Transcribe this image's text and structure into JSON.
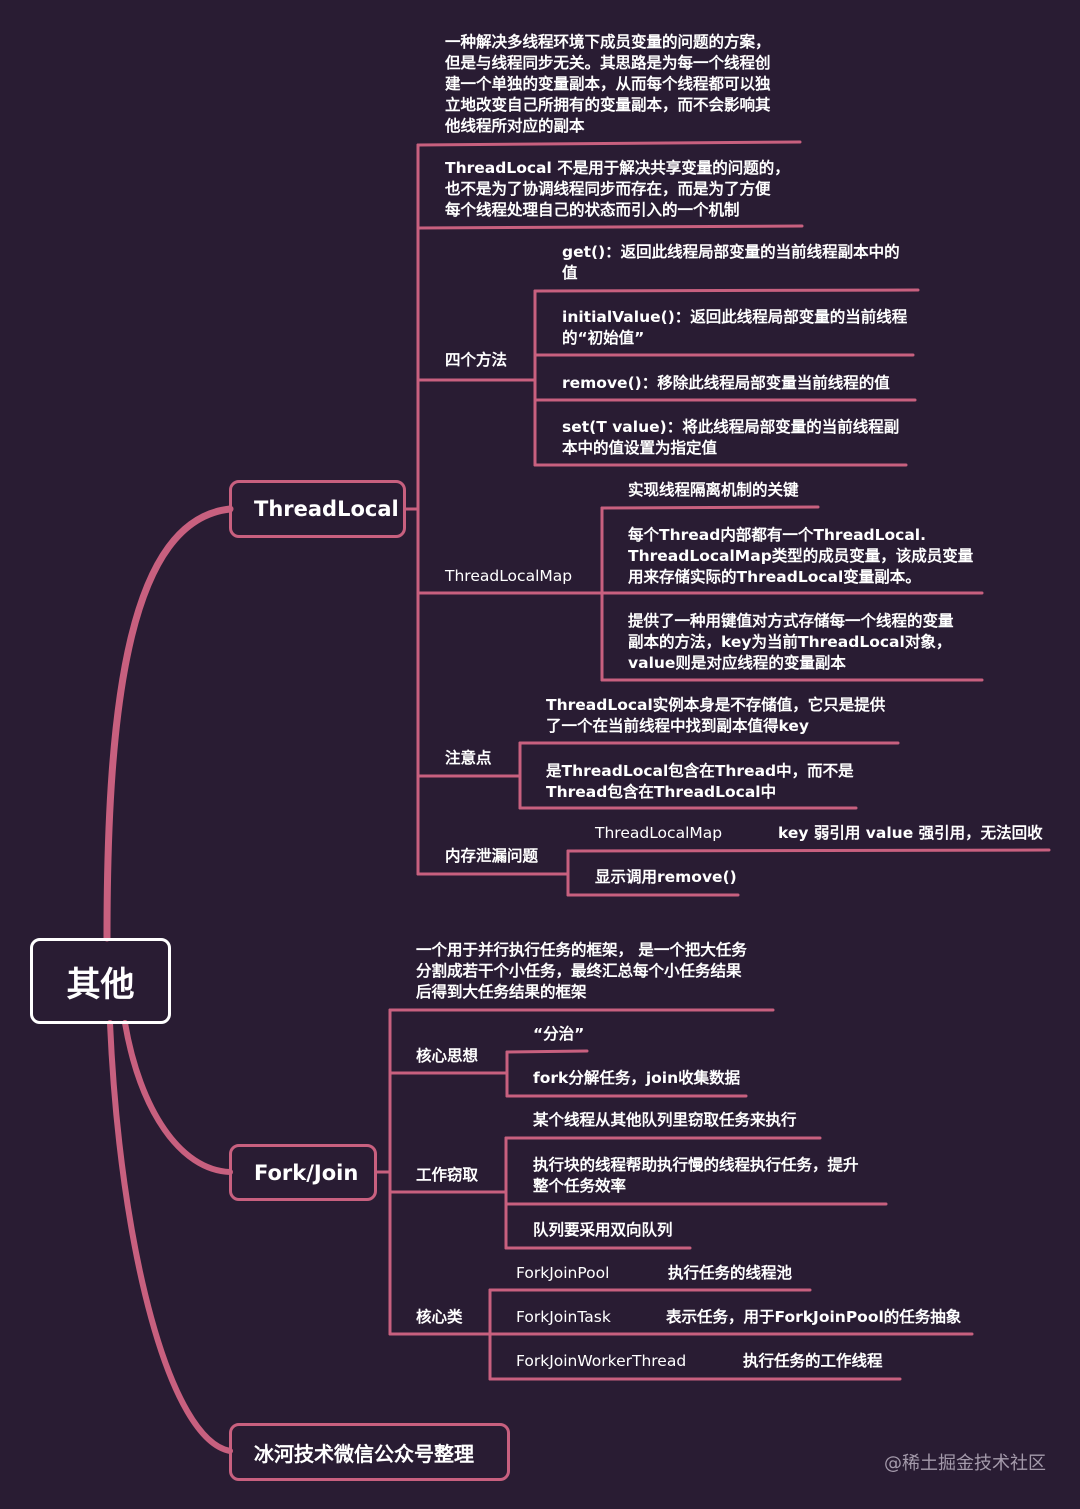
{
  "root": "其他",
  "colors": {
    "background": "#291c33",
    "branch": "#c8607f",
    "text": "#ffffff"
  },
  "threadlocal": {
    "title": "ThreadLocal",
    "intro": "一种解决多线程环境下成员变量的问题的方案，\n但是与线程同步无关。其思路是为每一个线程创\n建一个单独的变量副本，从而每个线程都可以独\n立地改变自己所拥有的变量副本，而不会影响其\n他线程所对应的副本",
    "purpose": "ThreadLocal 不是用于解决共享变量的问题的，\n也不是为了协调线程同步而存在，而是为了方便\n每个线程处理自己的状态而引入的一个机制",
    "methods": {
      "label": "四个方法",
      "get": "get()：返回此线程局部变量的当前线程副本中的\n值",
      "initial": "initialValue()：返回此线程局部变量的当前线程\n的“初始值”",
      "remove": "remove()：移除此线程局部变量当前线程的值",
      "set": "set(T value)：将此线程局部变量的当前线程副\n本中的值设置为指定值"
    },
    "map": {
      "label": "ThreadLocalMap",
      "key": "实现线程隔离机制的关键",
      "member": "每个Thread内部都有一个ThreadLocal.\nThreadLocalMap类型的成员变量，该成员变量\n用来存储实际的ThreadLocal变量副本。",
      "storage": "提供了一种用键值对方式存储每一个线程的变量\n副本的方法，key为当前ThreadLocal对象，\nvalue则是对应线程的变量副本"
    },
    "notes": {
      "label": "注意点",
      "n1": "ThreadLocal实例本身是不存储值，它只是提供\n了一个在当前线程中找到副本值得key",
      "n2": "是ThreadLocal包含在Thread中，而不是\nThread包含在ThreadLocal中"
    },
    "leak": {
      "label": "内存泄漏问题",
      "map": "ThreadLocalMap",
      "ref": "key 弱引用 value 强引用，无法回收",
      "fix": "显示调用remove()"
    }
  },
  "forkjoin": {
    "title": "Fork/Join",
    "intro": "一个用于并行执行任务的框架， 是一个把大任务\n分割成若干个小任务，最终汇总每个小任务结果\n后得到大任务结果的框架",
    "core_idea": {
      "label": "核心思想",
      "divide": "“分治”",
      "fork": "fork分解任务，join收集数据"
    },
    "stealing": {
      "label": "工作窃取",
      "s1": "某个线程从其他队列里窃取任务来执行",
      "s2": "执行块的线程帮助执行慢的线程执行任务，提升\n整个任务效率",
      "s3": "队列要采用双向队列"
    },
    "classes": {
      "label": "核心类",
      "pool": "ForkJoinPool",
      "pool_desc": "执行任务的线程池",
      "task": "ForkJoinTask",
      "task_desc": "表示任务，用于ForkJoinPool的任务抽象",
      "worker": "ForkJoinWorkerThread",
      "worker_desc": "执行任务的工作线程"
    }
  },
  "credit": "冰河技术微信公众号整理",
  "watermark": "@稀土掘金技术社区"
}
